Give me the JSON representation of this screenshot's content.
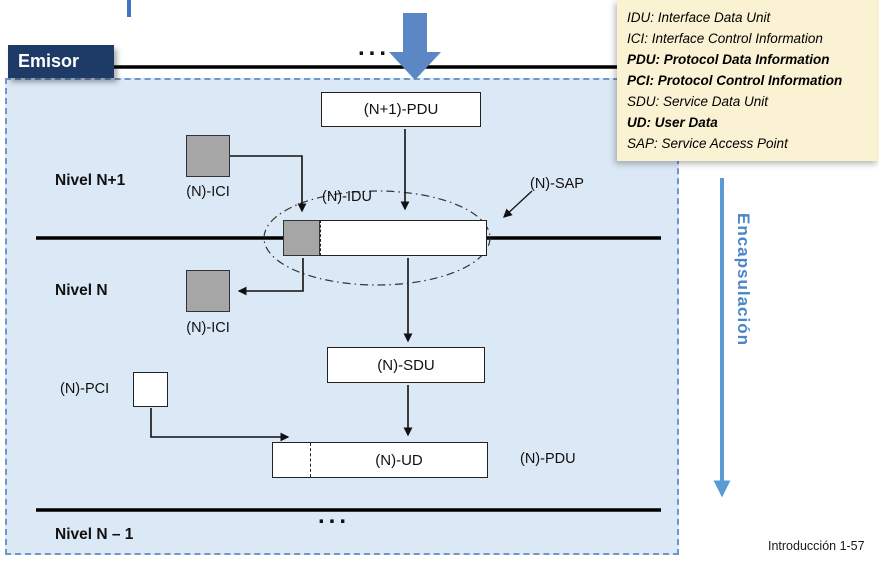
{
  "slide": {
    "emisor": "Emisor",
    "footer": "Introducción 1-57",
    "dots_top": "...",
    "dots_bottom": "..."
  },
  "legend": {
    "items": [
      {
        "text": "IDU: Interface Data Unit",
        "bold": false
      },
      {
        "text": "ICI: Interface Control Information",
        "bold": false
      },
      {
        "text": "PDU: Protocol Data Information",
        "bold": true
      },
      {
        "text": "PCI: Protocol Control Information",
        "bold": true
      },
      {
        "text": "SDU: Service Data Unit",
        "bold": false
      },
      {
        "text": "UD: User Data",
        "bold": true
      },
      {
        "text": "SAP: Service Access Point",
        "bold": false
      }
    ]
  },
  "levels": {
    "n_plus_1": "Nivel N+1",
    "n": "Nivel N",
    "n_minus_1": "Nivel N – 1"
  },
  "nodes": {
    "pdu_n1": "(N+1)-PDU",
    "idu": "(N)-IDU",
    "ici_top": "(N)-ICI",
    "ici_bottom": "(N)-ICI",
    "sap": "(N)-SAP",
    "sdu": "(N)-SDU",
    "pci": "(N)-PCI",
    "ud": "(N)-UD",
    "pdu_n": "(N)-PDU"
  },
  "encapsulation": {
    "label": "Encapsulación"
  },
  "colors": {
    "panel_bg": "#dbe8f5",
    "panel_border": "#6f97c9",
    "emisor_bg": "#1e3a66",
    "legend_bg": "#fbf2d3",
    "gray_box": "#a6a6a6",
    "big_arrow_blue": "#5b87c5",
    "encapsulation_blue": "#5b9bd5",
    "level_line": "#000000"
  }
}
